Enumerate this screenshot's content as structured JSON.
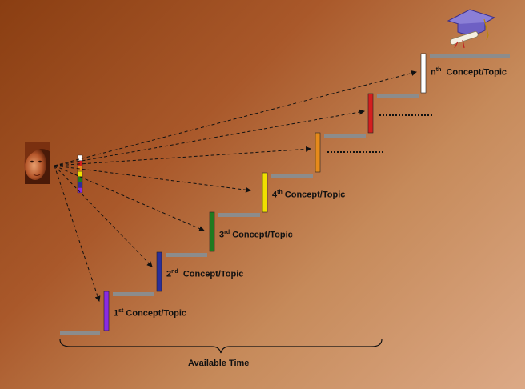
{
  "concepts": [
    {
      "num": "1",
      "suffix": "st",
      "text": "Concept/Topic",
      "color": "#8a2be2"
    },
    {
      "num": "2",
      "suffix": "nd",
      "text": "Concept/Topic",
      "color": "#2b2f9a"
    },
    {
      "num": "3",
      "suffix": "rd",
      "text": "Concept/Topic",
      "color": "#1f7a1f"
    },
    {
      "num": "4",
      "suffix": "th",
      "text": "Concept/Topic",
      "color": "#f0e000"
    },
    {
      "num": "",
      "suffix": "",
      "text": "",
      "color": "#e68a1a"
    },
    {
      "num": "",
      "suffix": "",
      "text": "",
      "color": "#d41e1e"
    },
    {
      "num": "n",
      "suffix": "th",
      "text": "Concept/Topic",
      "color": "#ffffff"
    }
  ],
  "time_label": "Available Time",
  "colors": {
    "step_bar": "#8c8c8c",
    "arrow": "#111111"
  },
  "icons": [
    "child-face-image",
    "graduation-cap-icon"
  ]
}
